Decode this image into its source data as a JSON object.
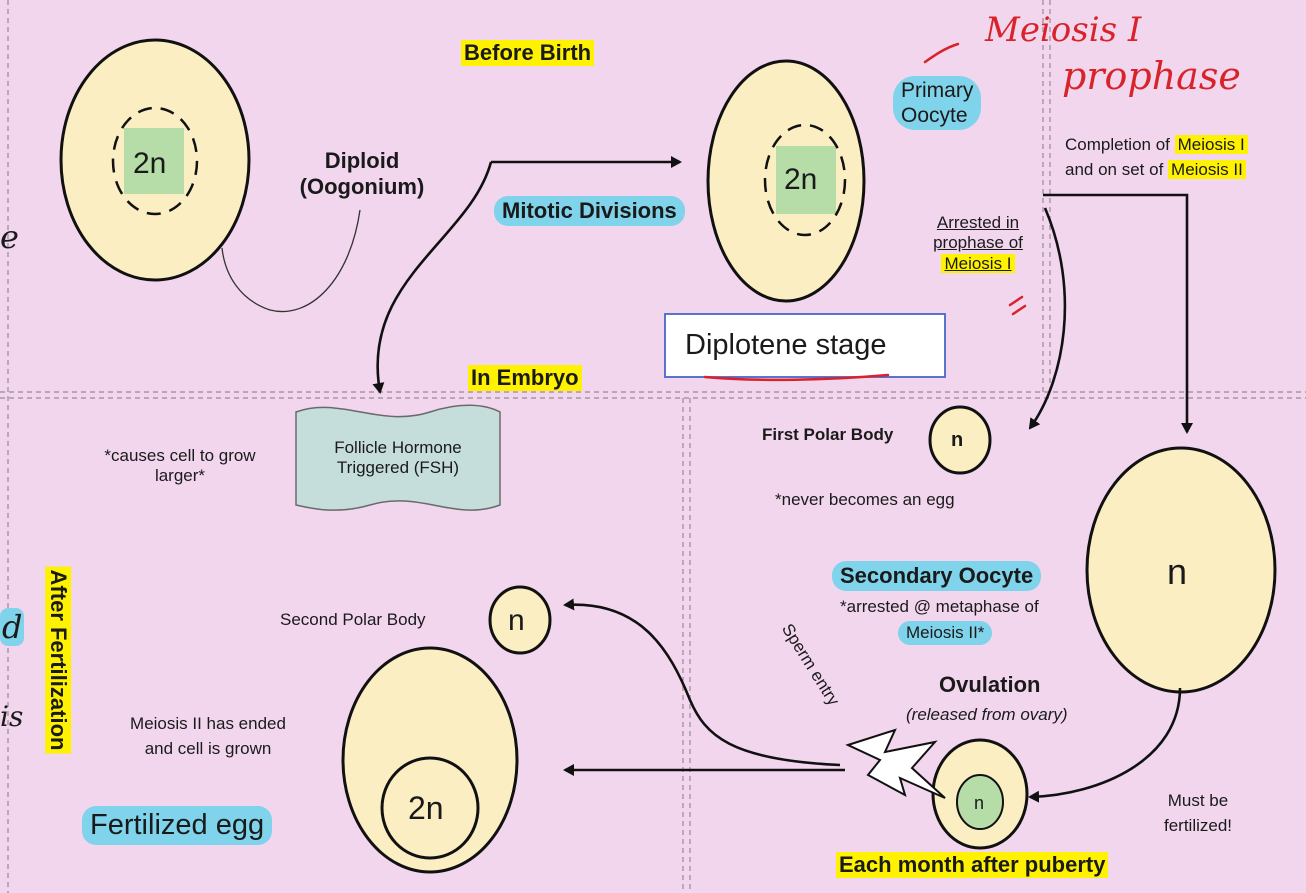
{
  "colors": {
    "background": "#f2d6ee",
    "cell_fill": "#fbeec2",
    "nucleus_fill": "#b6dca8",
    "highlight_yellow": "#fff200",
    "highlight_blue": "#7fd3ea",
    "annotation_red": "#d8232a",
    "box_border": "#4a66c8"
  },
  "sections": {
    "before_birth": "Before Birth",
    "in_embryo": "In Embryo",
    "after_fertilization": "After Fertilization",
    "each_month": "Each month after puberty"
  },
  "cells": {
    "oogonium_ploidy": "2n",
    "primary_ploidy": "2n",
    "first_polar_ploidy": "n",
    "secondary_ploidy": "n",
    "ovulated_ploidy": "n",
    "second_polar_ploidy": "n",
    "fertilized_ploidy": "2n"
  },
  "labels": {
    "diploid": "Diploid",
    "oogonium": "(Oogonium)",
    "mitotic_divisions": "Mitotic Divisions",
    "primary": "Primary",
    "oocyte": "Oocyte",
    "arrested_1": "Arrested in",
    "arrested_2": "prophase of",
    "arrested_3": "Meiosis I",
    "completion_1a": "Completion of ",
    "completion_1b": "Meiosis I",
    "completion_2a": "and on set of ",
    "completion_2b": "Meiosis II",
    "diplotene": "Diplotene stage",
    "fsh_1": "Follicle Hormone",
    "fsh_2": "Triggered (FSH)",
    "grow_1": "*causes cell to grow",
    "grow_2": "larger*",
    "first_polar_body": "First Polar Body",
    "never_egg": "*never becomes an egg",
    "secondary_oocyte": "Secondary Oocyte",
    "arrested_meta_1": "*arrested @ metaphase of",
    "arrested_meta_2": "Meiosis II*",
    "ovulation": "Ovulation",
    "released": "(released from ovary)",
    "must_1": "Must be",
    "must_2": "fertilized!",
    "sperm_entry": "Sperm entry",
    "second_polar_body": "Second Polar Body",
    "meiosis_ended_1": "Meiosis II has ended",
    "meiosis_ended_2": "and cell is grown",
    "fertilized_egg": "Fertilized egg"
  },
  "handwriting": {
    "line1": "Meiosis I",
    "line2": "prophase",
    "margin_1": "e",
    "margin_2": "d",
    "margin_3": "is"
  }
}
